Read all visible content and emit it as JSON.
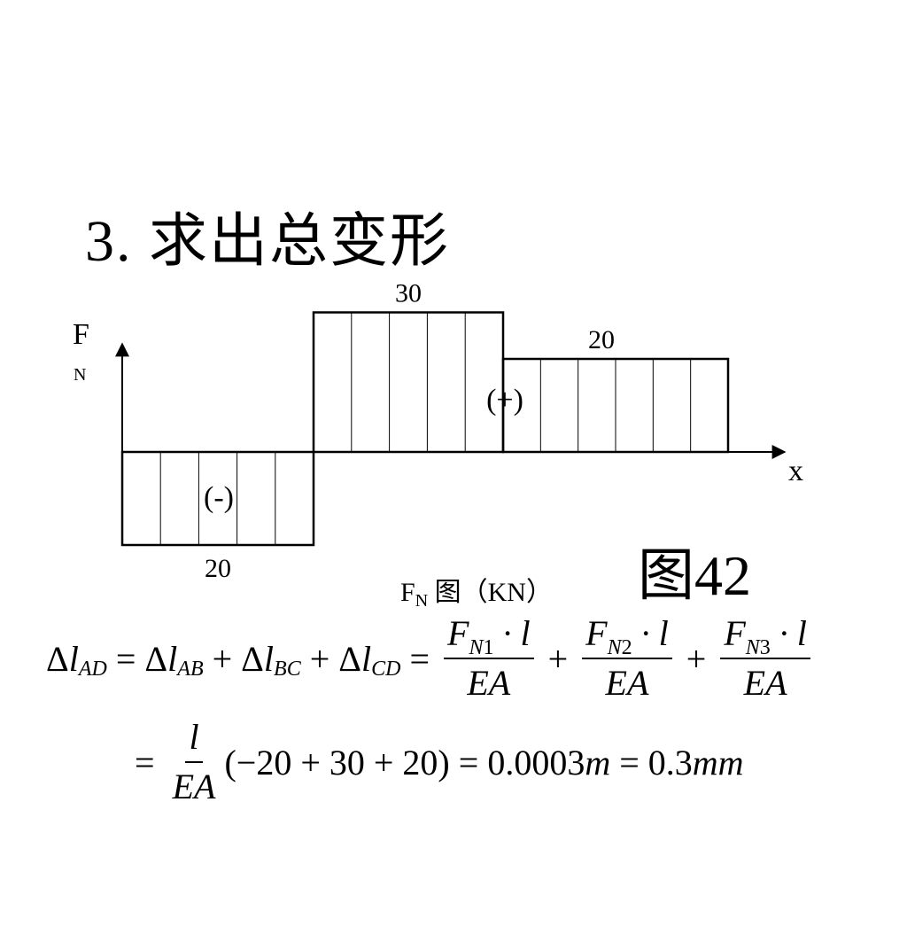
{
  "title": "3. 求出总变形",
  "diagram": {
    "y_axis_label_main": "F",
    "y_axis_label_sub": "N",
    "x_axis_label": "x",
    "segments": [
      {
        "value": -20,
        "label": "20",
        "sign": "(-)"
      },
      {
        "value": 30,
        "label": "30",
        "sign": "(+)"
      },
      {
        "value": 20,
        "label": "20",
        "sign": ""
      }
    ],
    "caption_main": "F",
    "caption_sub": "N",
    "caption_rest": " 图（KN）"
  },
  "figure_label": "图42",
  "formula_line1": {
    "lhs_delta": "Δ",
    "lhs_var": "l",
    "lhs_sub": "AD",
    "eq1": "=",
    "t1_delta": "Δ",
    "t1_var": "l",
    "t1_sub": "AB",
    "plus1": "+",
    "t2_delta": "Δ",
    "t2_var": "l",
    "t2_sub": "BC",
    "plus2": "+",
    "t3_delta": "Δ",
    "t3_var": "l",
    "t3_sub": "CD",
    "eq2": "=",
    "f1_num_var": "F",
    "f1_num_sub": "N",
    "f1_num_idx": "1",
    "f1_num_rest": " · l",
    "f1_den": "EA",
    "plus3": "+",
    "f2_num_var": "F",
    "f2_num_sub": "N",
    "f2_num_idx": "2",
    "f2_num_rest": " · l",
    "f2_den": "EA",
    "plus4": "+",
    "f3_num_var": "F",
    "f3_num_sub": "N",
    "f3_num_idx": "3",
    "f3_num_rest": " · l",
    "f3_den": "EA"
  },
  "formula_line2": {
    "eq": "=",
    "frac_num": "l",
    "frac_den": "EA",
    "paren": "(−20 + 30 + 20)",
    "eq2": "=",
    "value_m_num": "0.0003",
    "value_m_unit": "m",
    "eq3": "=",
    "value_mm_num": "0.3",
    "value_mm_unit": "mm"
  }
}
